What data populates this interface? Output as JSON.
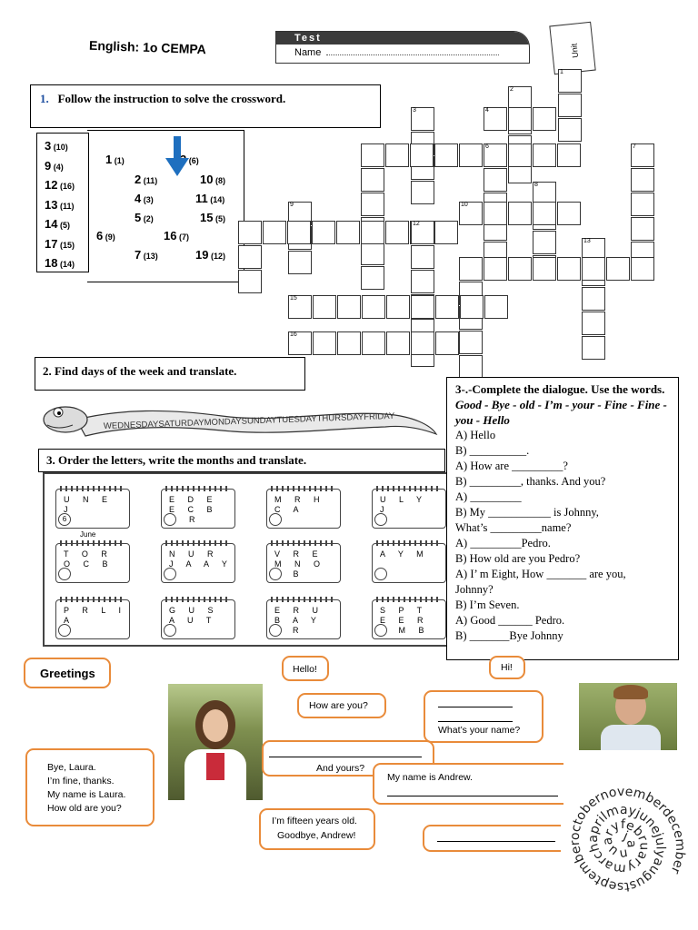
{
  "header": {
    "title": "English: 1o CEMPA",
    "test_label": "Test",
    "name_label": "Name",
    "unit_label": "Unit"
  },
  "section1": {
    "number": "1.",
    "instruction": "Follow the instruction to solve the crossword.",
    "left_list": [
      {
        "n": "3",
        "p": "(10)"
      },
      {
        "n": "9",
        "p": "(4)"
      },
      {
        "n": "12",
        "p": "(16)"
      },
      {
        "n": "13",
        "p": "(11)"
      },
      {
        "n": "14",
        "p": "(5)"
      },
      {
        "n": "17",
        "p": "(15)"
      },
      {
        "n": "18",
        "p": "(14)"
      }
    ],
    "pairs": [
      {
        "n": "1",
        "p": "(1)"
      },
      {
        "n": "3",
        "p": "(6)"
      },
      {
        "n": "2",
        "p": "(11)"
      },
      {
        "n": "10",
        "p": "(8)"
      },
      {
        "n": "4",
        "p": "(3)"
      },
      {
        "n": "11",
        "p": "(14)"
      },
      {
        "n": "5",
        "p": "(2)"
      },
      {
        "n": "15",
        "p": "(5)"
      },
      {
        "n": "6",
        "p": "(9)"
      },
      {
        "n": "16",
        "p": "(7)"
      },
      {
        "n": "7",
        "p": "(13)"
      },
      {
        "n": "19",
        "p": "(12)"
      }
    ]
  },
  "section2": {
    "heading": "2. Find days of the week and translate.",
    "snake_text": "WEDNESDAYSATURDAYMONDAYSUNDAYTUESDAYTHURSDAYFRIDAY"
  },
  "section3_months": {
    "heading": "3. Order the letters, write the months and  translate.",
    "calendars": [
      {
        "letters": "U N E J",
        "circle": "6",
        "month": "June"
      },
      {
        "letters": "E D E E C B M R",
        "circle": "",
        "month": ""
      },
      {
        "letters": "M R H C A",
        "circle": "",
        "month": ""
      },
      {
        "letters": "U L Y J",
        "circle": "",
        "month": ""
      },
      {
        "letters": "T O R O C B E",
        "circle": "",
        "month": ""
      },
      {
        "letters": "N U R J A A Y",
        "circle": "",
        "month": ""
      },
      {
        "letters": "V R E M N O E B",
        "circle": "",
        "month": ""
      },
      {
        "letters": "A Y M",
        "circle": "",
        "month": ""
      },
      {
        "letters": "P R L I A",
        "circle": "",
        "month": ""
      },
      {
        "letters": "G U S A U T",
        "circle": "",
        "month": ""
      },
      {
        "letters": "E R U B A Y F R",
        "circle": "",
        "month": ""
      },
      {
        "letters": "S P T E E R E M B",
        "circle": "",
        "month": ""
      }
    ]
  },
  "section3_dialogue": {
    "heading": "3-.-Complete the dialogue. Use the words.",
    "words": "Good - Bye - old - I’m - your - Fine - Fine - you - Hello",
    "lines": [
      "A) Hello",
      "B) __________.",
      "A) How are _________?",
      "B) _________, thanks. And you?",
      "A) _________",
      "B)   My   ___________   is   Johnny,",
      "What’s _________name?",
      "A) _________Pedro.",
      "B) How old are you Pedro?",
      "A) I’ m Eight, How _______ are you,",
      "Johnny?",
      "B) I’m Seven.",
      "A) Good ______ Pedro.",
      "B) _______Bye Johnny"
    ]
  },
  "greetings": {
    "label": "Greetings",
    "bubbles": {
      "hello": "Hello!",
      "hi": "Hi!",
      "how_are_you": "How are you?",
      "whats_your_name": "What’s your name?",
      "and_yours": "And yours?",
      "my_name_andrew": "My name is Andrew.",
      "fifteen_1": "I’m fifteen years old.",
      "fifteen_2": "Goodbye, Andrew!",
      "laura_1": "Bye, Laura.",
      "laura_2": "I’m fine, thanks.",
      "laura_3": "My name is Laura.",
      "laura_4": "How old are you?"
    }
  },
  "months_spiral": "januaryfebruarymarchaprilmayjunejulyaugustseptemberoctobernovemberdecember",
  "colors": {
    "bubble_border": "#e98b3a",
    "arrow": "#1e6fbf"
  }
}
